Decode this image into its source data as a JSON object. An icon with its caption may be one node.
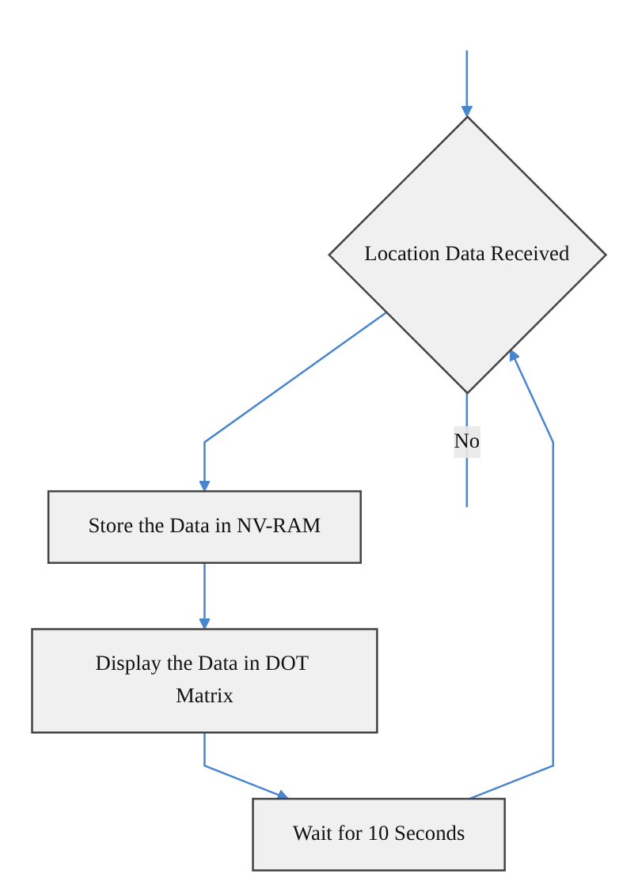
{
  "diagram": {
    "nodes": [
      {
        "text": [
          "Location Data Received"
        ]
      },
      {
        "text": [
          "Store the Data in NV-RAM"
        ]
      },
      {
        "text": [
          "Display the Data in DOT Matrix"
        ]
      },
      {
        "text": [
          "Wait for 10 Seconds"
        ]
      }
    ],
    "edges": [
      {
        "from": null,
        "to": 0,
        "arrow": "to"
      },
      {
        "from": 0,
        "to": 1,
        "arrow": "to"
      },
      {
        "from": 0,
        "to": null,
        "label": "No",
        "arrow": "none"
      },
      {
        "from": 1,
        "to": 2,
        "arrow": "to"
      },
      {
        "from": 2,
        "to": 3,
        "arrow": "to"
      },
      {
        "from": 3,
        "to": 0,
        "arrow": "to"
      }
    ]
  }
}
